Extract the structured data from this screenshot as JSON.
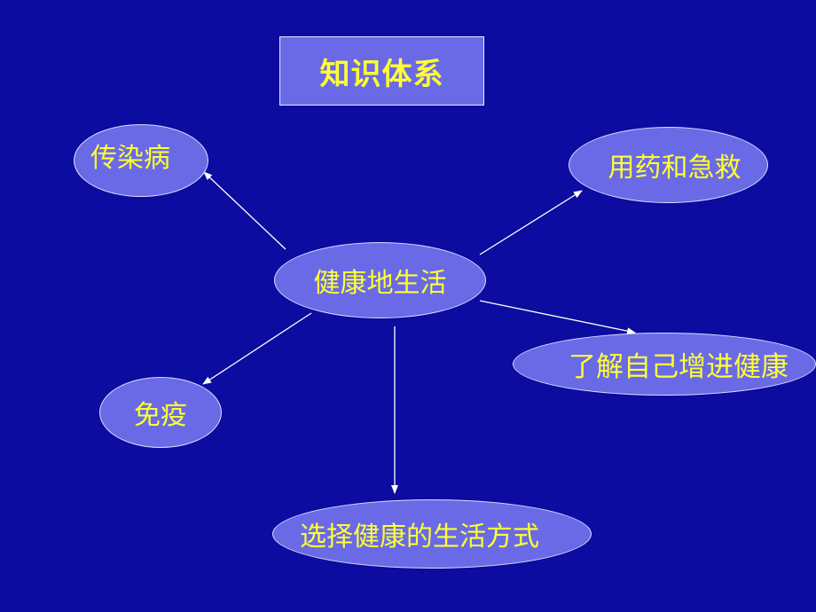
{
  "title": "知识体系",
  "center": "健康地生活",
  "branches": {
    "infectious_disease": "传染病",
    "medicine_first_aid": "用药和急救",
    "know_yourself": "了解自己增进健康",
    "immunity": "免疫",
    "healthy_lifestyle": "选择健康的生活方式"
  },
  "colors": {
    "background": "#0c0ca0",
    "node_fill": "#6a6ae6",
    "text": "#ffff33",
    "lines": "#ffffff"
  }
}
